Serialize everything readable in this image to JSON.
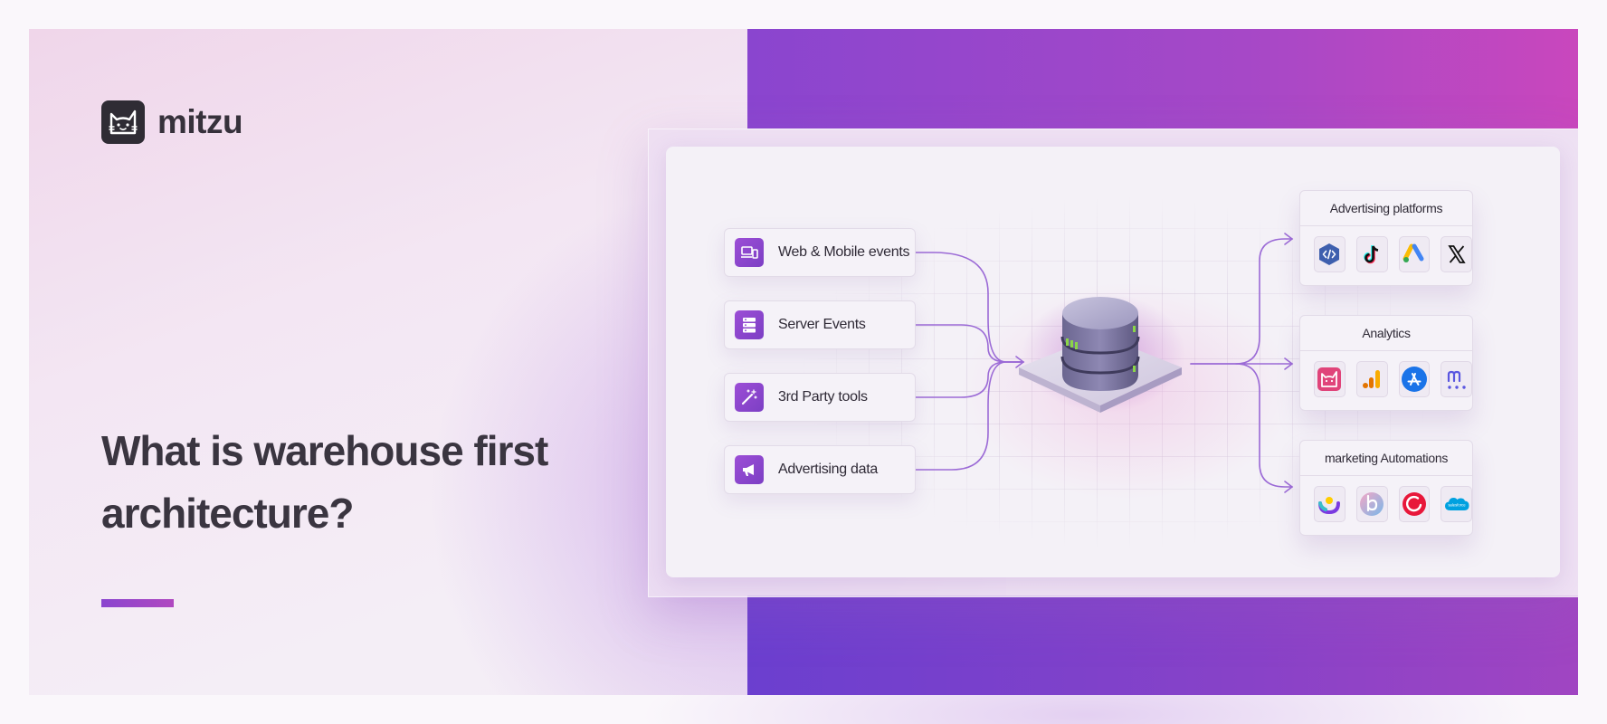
{
  "brand": {
    "name": "mitzu",
    "logo_icon": "cat-face-icon"
  },
  "headline": "What is warehouse first architecture?",
  "sources": [
    {
      "label": "Web & Mobile events",
      "icon": "devices-icon"
    },
    {
      "label": "Server Events",
      "icon": "server-icon"
    },
    {
      "label": "3rd Party tools",
      "icon": "magic-wand-icon"
    },
    {
      "label": "Advertising data",
      "icon": "megaphone-icon"
    }
  ],
  "warehouse": {
    "icon": "database-icon"
  },
  "destinations": [
    {
      "title": "Advertising platforms",
      "icons": [
        "code-hex-icon",
        "tiktok-icon",
        "google-ads-icon",
        "x-icon"
      ]
    },
    {
      "title": "Analytics",
      "icons": [
        "mitzu-icon",
        "google-analytics-icon",
        "appstore-icon",
        "mixpanel-icon"
      ]
    },
    {
      "title": "marketing Automations",
      "icons": [
        "customerio-icon",
        "braze-icon",
        "ring-icon",
        "salesforce-icon"
      ]
    }
  ],
  "colors": {
    "accent_purple": "#8a45cf",
    "accent_magenta": "#c947bd",
    "connector": "#9b6ad6",
    "text_dark": "#36313b"
  }
}
